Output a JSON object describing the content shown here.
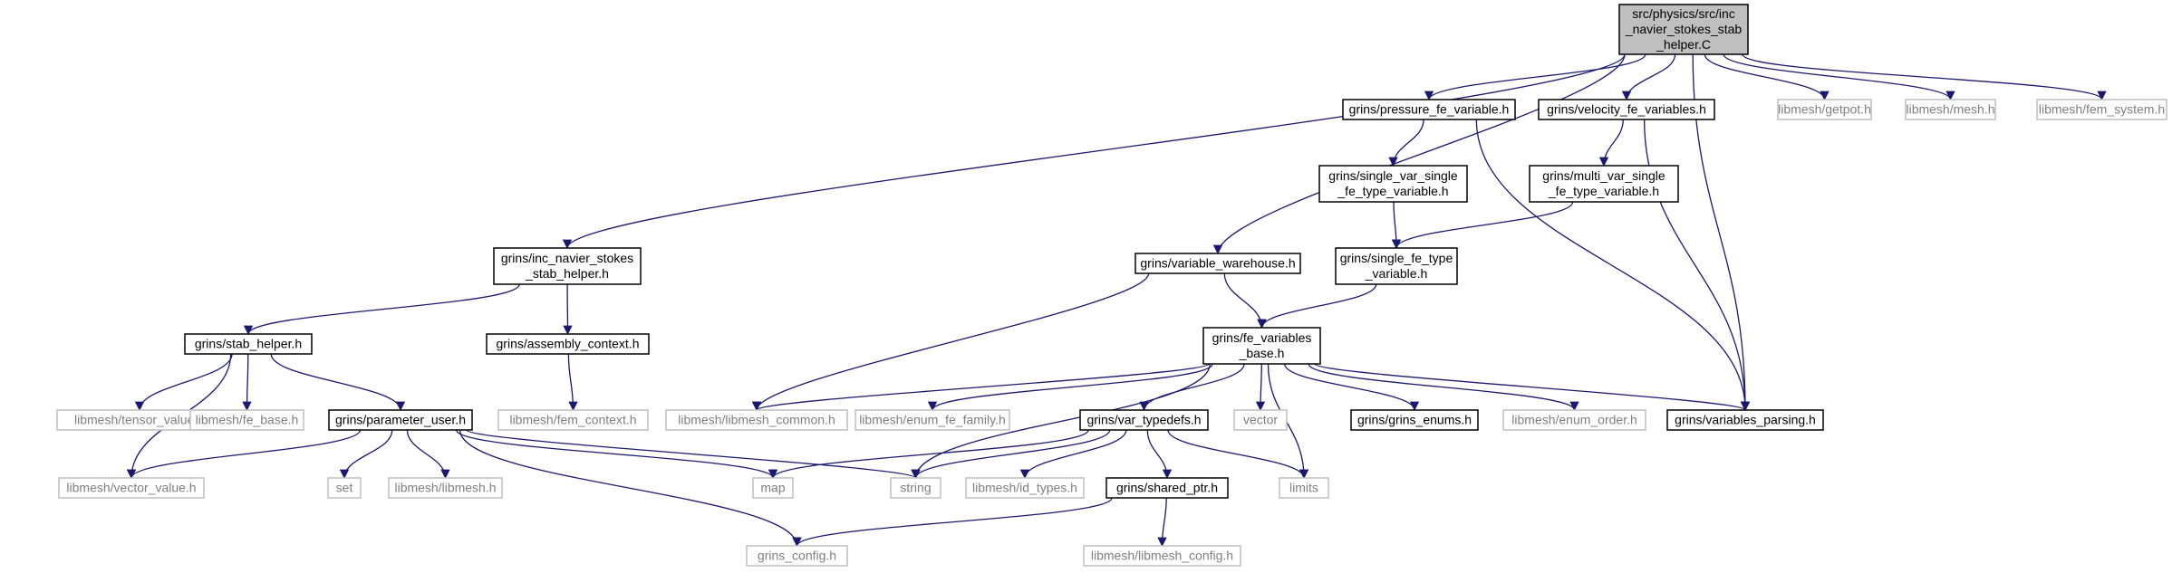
{
  "colors": {
    "edge": "#191970",
    "root_fill": "#bfbfbf",
    "node_border": "#000000",
    "external_border": "#bfbfbf",
    "external_text": "#7f7f7f",
    "text": "#000000"
  },
  "nodes": [
    {
      "id": "root",
      "lines": [
        "src/physics/src/inc",
        "_navier_stokes_stab",
        "_helper.C"
      ],
      "kind": "root"
    },
    {
      "id": "inc_ns_h",
      "lines": [
        "grins/inc_navier_stokes",
        "_stab_helper.h"
      ],
      "kind": "internal"
    },
    {
      "id": "var_warehouse",
      "lines": [
        "grins/variable_warehouse.h"
      ],
      "kind": "internal"
    },
    {
      "id": "pressure_fe",
      "lines": [
        "grins/pressure_fe_variable.h"
      ],
      "kind": "internal"
    },
    {
      "id": "velocity_fe",
      "lines": [
        "grins/velocity_fe_variables.h"
      ],
      "kind": "internal"
    },
    {
      "id": "getpot",
      "lines": [
        "libmesh/getpot.h"
      ],
      "kind": "external"
    },
    {
      "id": "mesh",
      "lines": [
        "libmesh/mesh.h"
      ],
      "kind": "external"
    },
    {
      "id": "fem_system",
      "lines": [
        "libmesh/fem_system.h"
      ],
      "kind": "external"
    },
    {
      "id": "single_var",
      "lines": [
        "grins/single_var_single",
        "_fe_type_variable.h"
      ],
      "kind": "internal"
    },
    {
      "id": "multi_var",
      "lines": [
        "grins/multi_var_single",
        "_fe_type_variable.h"
      ],
      "kind": "internal"
    },
    {
      "id": "single_fe",
      "lines": [
        "grins/single_fe_type",
        "_variable.h"
      ],
      "kind": "internal"
    },
    {
      "id": "stab_helper",
      "lines": [
        "grins/stab_helper.h"
      ],
      "kind": "internal"
    },
    {
      "id": "assembly_ctx",
      "lines": [
        "grins/assembly_context.h"
      ],
      "kind": "internal"
    },
    {
      "id": "fe_vars_base",
      "lines": [
        "grins/fe_variables",
        "_base.h"
      ],
      "kind": "internal"
    },
    {
      "id": "tensor_value",
      "lines": [
        "libmesh/tensor_value.h"
      ],
      "kind": "external"
    },
    {
      "id": "fe_base",
      "lines": [
        "libmesh/fe_base.h"
      ],
      "kind": "external"
    },
    {
      "id": "param_user",
      "lines": [
        "grins/parameter_user.h"
      ],
      "kind": "internal"
    },
    {
      "id": "fem_context",
      "lines": [
        "libmesh/fem_context.h"
      ],
      "kind": "external"
    },
    {
      "id": "libmesh_common",
      "lines": [
        "libmesh/libmesh_common.h"
      ],
      "kind": "external"
    },
    {
      "id": "enum_fe_family",
      "lines": [
        "libmesh/enum_fe_family.h"
      ],
      "kind": "external"
    },
    {
      "id": "var_typedefs",
      "lines": [
        "grins/var_typedefs.h"
      ],
      "kind": "internal"
    },
    {
      "id": "vector",
      "lines": [
        "vector"
      ],
      "kind": "external"
    },
    {
      "id": "grins_enums",
      "lines": [
        "grins/grins_enums.h"
      ],
      "kind": "internal"
    },
    {
      "id": "enum_order",
      "lines": [
        "libmesh/enum_order.h"
      ],
      "kind": "external"
    },
    {
      "id": "vars_parsing",
      "lines": [
        "grins/variables_parsing.h"
      ],
      "kind": "internal"
    },
    {
      "id": "vector_value",
      "lines": [
        "libmesh/vector_value.h"
      ],
      "kind": "external"
    },
    {
      "id": "set",
      "lines": [
        "set"
      ],
      "kind": "external"
    },
    {
      "id": "libmesh_h",
      "lines": [
        "libmesh/libmesh.h"
      ],
      "kind": "external"
    },
    {
      "id": "map",
      "lines": [
        "map"
      ],
      "kind": "external"
    },
    {
      "id": "string",
      "lines": [
        "string"
      ],
      "kind": "external"
    },
    {
      "id": "id_types",
      "lines": [
        "libmesh/id_types.h"
      ],
      "kind": "external"
    },
    {
      "id": "limits",
      "lines": [
        "limits"
      ],
      "kind": "external"
    },
    {
      "id": "shared_ptr",
      "lines": [
        "grins/shared_ptr.h"
      ],
      "kind": "internal"
    },
    {
      "id": "grins_config",
      "lines": [
        "grins_config.h"
      ],
      "kind": "external"
    },
    {
      "id": "libmesh_config",
      "lines": [
        "libmesh/libmesh_config.h"
      ],
      "kind": "external"
    }
  ],
  "edges": [
    [
      "root",
      "inc_ns_h"
    ],
    [
      "root",
      "var_warehouse"
    ],
    [
      "root",
      "pressure_fe"
    ],
    [
      "root",
      "velocity_fe"
    ],
    [
      "root",
      "vars_parsing"
    ],
    [
      "root",
      "getpot"
    ],
    [
      "root",
      "mesh"
    ],
    [
      "root",
      "fem_system"
    ],
    [
      "pressure_fe",
      "single_var"
    ],
    [
      "pressure_fe",
      "vars_parsing"
    ],
    [
      "velocity_fe",
      "multi_var"
    ],
    [
      "velocity_fe",
      "vars_parsing"
    ],
    [
      "single_var",
      "single_fe"
    ],
    [
      "multi_var",
      "single_fe"
    ],
    [
      "single_fe",
      "fe_vars_base"
    ],
    [
      "var_warehouse",
      "fe_vars_base"
    ],
    [
      "var_warehouse",
      "libmesh_common"
    ],
    [
      "inc_ns_h",
      "stab_helper"
    ],
    [
      "inc_ns_h",
      "assembly_ctx"
    ],
    [
      "assembly_ctx",
      "fem_context"
    ],
    [
      "stab_helper",
      "vector_value"
    ],
    [
      "stab_helper",
      "tensor_value"
    ],
    [
      "stab_helper",
      "fe_base"
    ],
    [
      "stab_helper",
      "param_user"
    ],
    [
      "param_user",
      "vector_value"
    ],
    [
      "param_user",
      "set"
    ],
    [
      "param_user",
      "libmesh_h"
    ],
    [
      "param_user",
      "map"
    ],
    [
      "param_user",
      "string"
    ],
    [
      "param_user",
      "grins_config"
    ],
    [
      "fe_vars_base",
      "libmesh_common"
    ],
    [
      "fe_vars_base",
      "enum_fe_family"
    ],
    [
      "fe_vars_base",
      "var_typedefs"
    ],
    [
      "fe_vars_base",
      "vector"
    ],
    [
      "fe_vars_base",
      "grins_enums"
    ],
    [
      "fe_vars_base",
      "enum_order"
    ],
    [
      "fe_vars_base",
      "vars_parsing"
    ],
    [
      "fe_vars_base",
      "string"
    ],
    [
      "fe_vars_base",
      "limits"
    ],
    [
      "var_typedefs",
      "map"
    ],
    [
      "var_typedefs",
      "string"
    ],
    [
      "var_typedefs",
      "id_types"
    ],
    [
      "var_typedefs",
      "shared_ptr"
    ],
    [
      "var_typedefs",
      "limits"
    ],
    [
      "shared_ptr",
      "grins_config"
    ],
    [
      "shared_ptr",
      "libmesh_config"
    ]
  ]
}
